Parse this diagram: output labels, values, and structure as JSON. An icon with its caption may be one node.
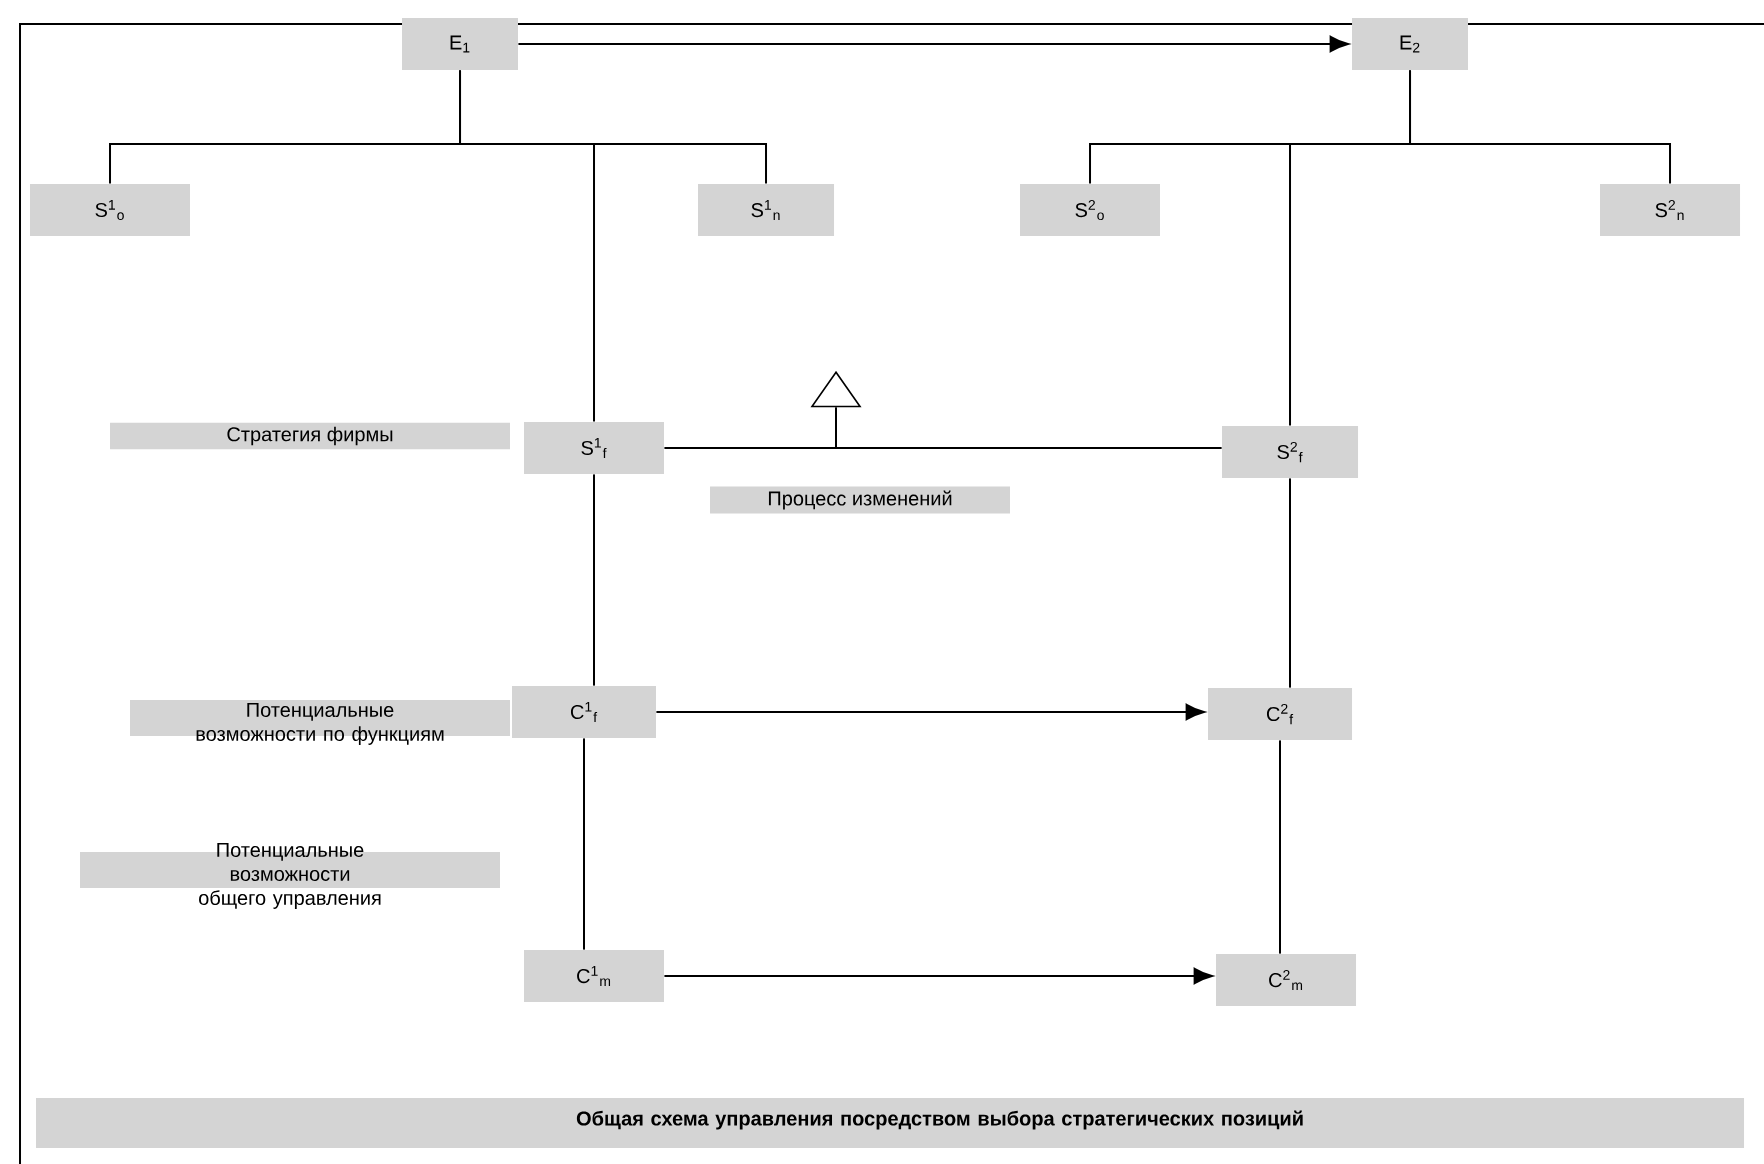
{
  "diagram": {
    "caption": "Общая схема управления посредством выбора стратегических позиций",
    "nodes": [
      {
        "text": [
          "E$_{1}$"
        ]
      },
      {
        "text": [
          "E$_{2}$"
        ]
      },
      {
        "text": [
          "S$^{1}$$_{o}$"
        ]
      },
      {
        "text": [
          "S$^{1}$$_{n}$"
        ]
      },
      {
        "text": [
          "S$^{2}$$_{o}$"
        ]
      },
      {
        "text": [
          "S$^{2}$$_{n}$"
        ]
      },
      {
        "text": [
          "Стратегия фирмы"
        ]
      },
      {
        "text": [
          "S$^{1}$$_{f}$"
        ]
      },
      {
        "text": [
          "S$^{2}$$_{f}$"
        ]
      },
      {
        "text": [
          "Процесс изменений"
        ]
      },
      {
        "text": [
          "Потенциальные возможности по функциям"
        ]
      },
      {
        "text": [
          "C$^{1}$$_{f}$"
        ]
      },
      {
        "text": [
          "C$^{2}$$_{f}$"
        ]
      },
      {
        "text": [
          "Потенциальные возможности общего управления"
        ]
      },
      {
        "text": [
          "C$^{1}$$_{m}$"
        ]
      },
      {
        "text": [
          "C$^{2}$$_{m}$"
        ]
      },
      {
        "text": [],
        "shape": "triangle"
      }
    ],
    "edges": [
      {
        "from": 0,
        "to": 1,
        "arrow": "to"
      },
      {
        "from": 0,
        "to": 2,
        "arrow": "none"
      },
      {
        "from": 0,
        "to": 3,
        "arrow": "none"
      },
      {
        "from": 0,
        "to": 7,
        "arrow": "none"
      },
      {
        "from": 1,
        "to": 4,
        "arrow": "none"
      },
      {
        "from": 1,
        "to": 5,
        "arrow": "none"
      },
      {
        "from": 1,
        "to": 8,
        "arrow": "none"
      },
      {
        "from": 7,
        "to": 8,
        "arrow": "none"
      },
      {
        "from": 7,
        "to": 11,
        "arrow": "none"
      },
      {
        "from": 8,
        "to": 12,
        "arrow": "none"
      },
      {
        "from": 11,
        "to": 14,
        "arrow": "none"
      },
      {
        "from": 12,
        "to": 15,
        "arrow": "none"
      },
      {
        "from": 11,
        "to": 12,
        "arrow": "to"
      },
      {
        "from": 14,
        "to": 15,
        "arrow": "to"
      },
      {
        "from": null,
        "to": 16,
        "arrow": "none"
      }
    ]
  }
}
